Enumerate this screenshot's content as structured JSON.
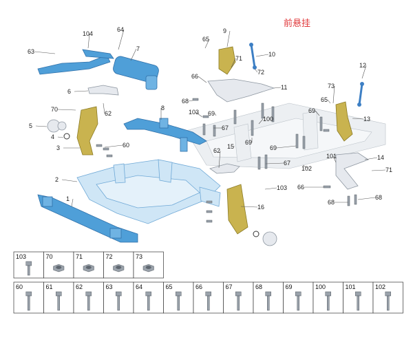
{
  "title": "前悬挂",
  "callouts": [
    "104",
    "64",
    "63",
    "7",
    "6",
    "62",
    "70",
    "5",
    "4",
    "3",
    "60",
    "8",
    "2",
    "1",
    "9",
    "65",
    "71",
    "10",
    "72",
    "66",
    "68",
    "103",
    "69",
    "67",
    "11",
    "12",
    "73",
    "65b",
    "69b",
    "13",
    "100",
    "69c",
    "69d",
    "15",
    "62b",
    "14",
    "67b",
    "101",
    "102",
    "71b",
    "66b",
    "103b",
    "68b",
    "68c",
    "16"
  ],
  "parts_table": {
    "row1": [
      "103",
      "70",
      "71",
      "72",
      "73"
    ],
    "row2": [
      "60",
      "61",
      "62",
      "63",
      "64",
      "65",
      "66",
      "67",
      "68",
      "69",
      "100",
      "101",
      "102"
    ]
  }
}
